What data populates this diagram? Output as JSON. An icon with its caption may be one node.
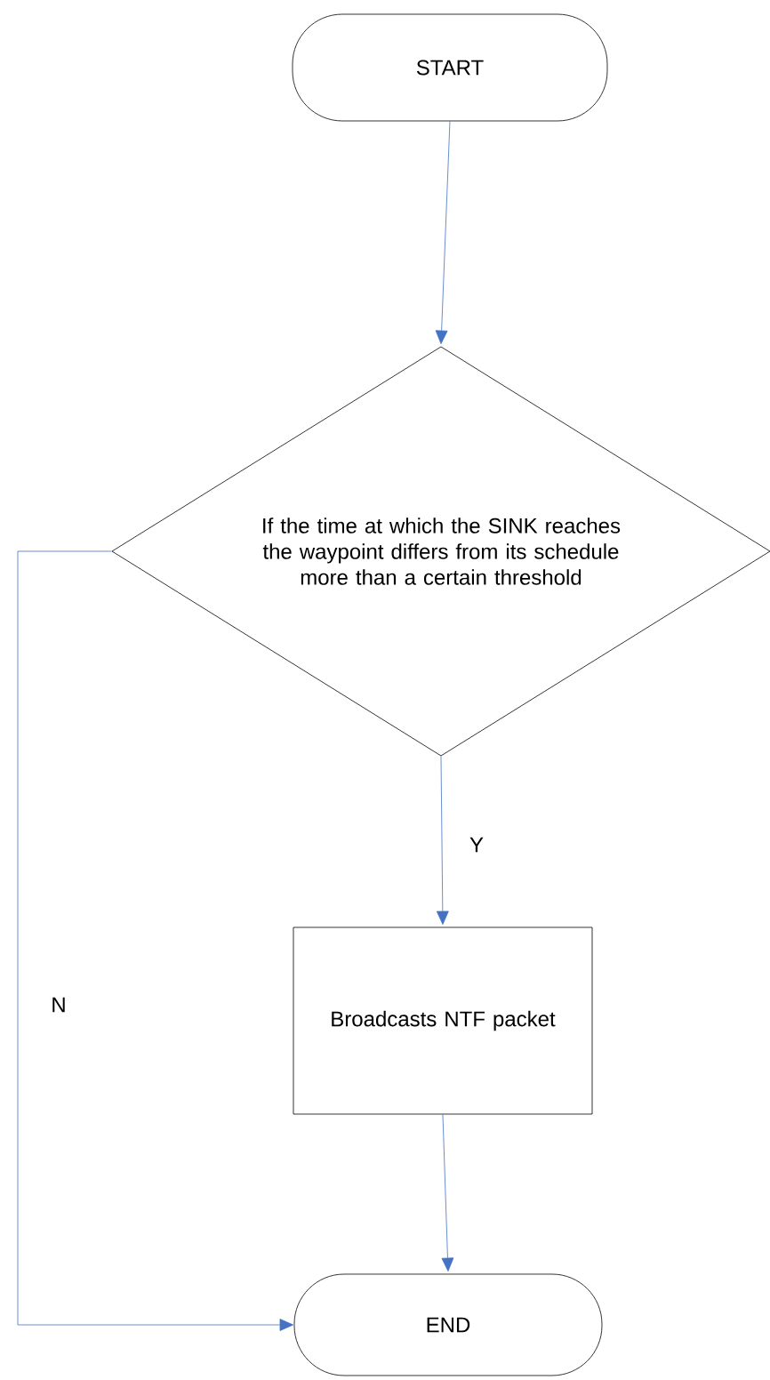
{
  "diagram": {
    "nodes": [
      {
        "text": [
          "START"
        ]
      },
      {
        "text": [
          "If the time at which the SINK reaches the waypoint differs from its schedule more than a certain threshold"
        ]
      },
      {
        "text": [
          "Broadcasts NTF packet"
        ]
      },
      {
        "text": [
          "END"
        ]
      }
    ],
    "edges": [
      {
        "from": 0,
        "to": 1,
        "arrow": "to"
      },
      {
        "from": 1,
        "to": 2,
        "arrow": "to",
        "label": "Y"
      },
      {
        "from": 2,
        "to": 3,
        "arrow": "to"
      },
      {
        "from": 1,
        "to": 3,
        "arrow": "to",
        "label": "N"
      }
    ]
  }
}
